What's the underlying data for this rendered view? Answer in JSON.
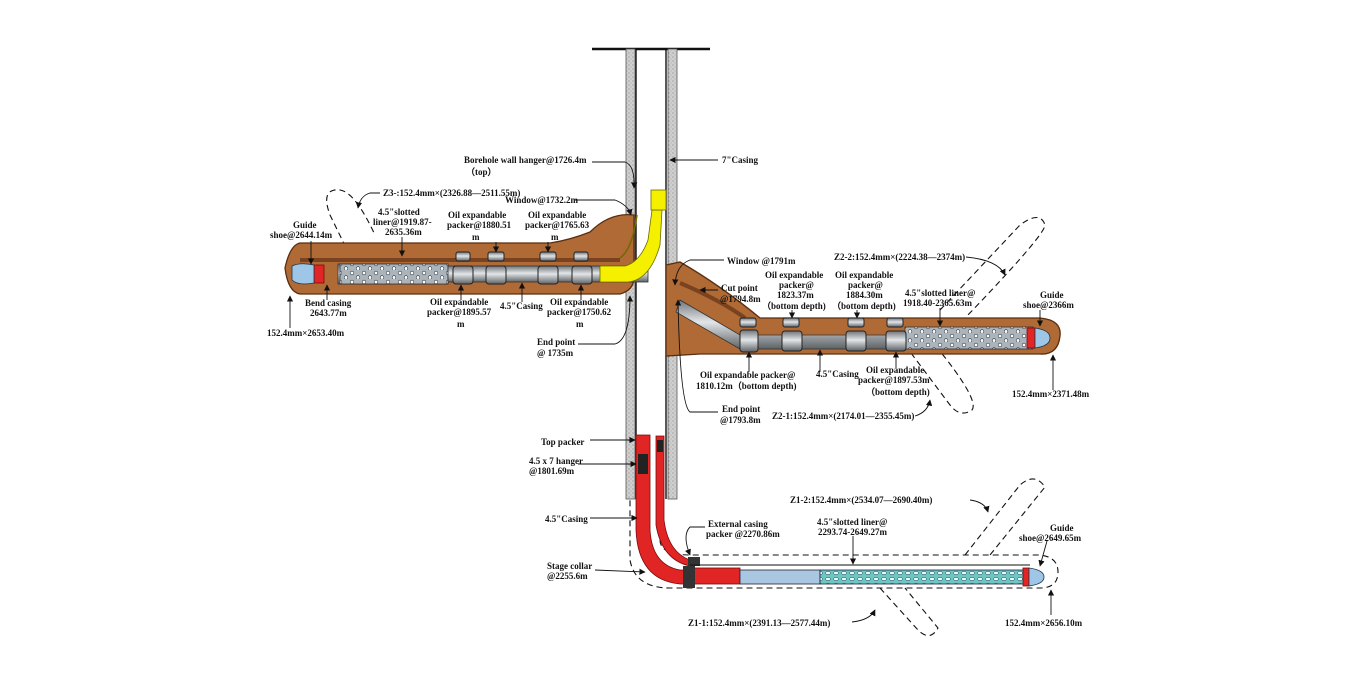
{
  "colors": {
    "formation": "#b06a35",
    "liner_yellow": "#f4f000",
    "casing_red": "#e12424",
    "slotted_liner_teal": "#6cc7c2",
    "steel_grey": "#a9aeb2",
    "cement_grey": "#c9c9c9"
  },
  "main_bore": {
    "casing_label": [
      "7\"Casing"
    ]
  },
  "z3": {
    "hanger": [
      "Borehole wall hanger@1726.4m",
      "（top）"
    ],
    "zone": [
      "Z3-:152.4mm×(2326.88—2511.55m)"
    ],
    "window": [
      "Window@1732.2m"
    ],
    "slotted_liner": [
      "4.5\"slotted",
      "liner@1919.87-",
      "2635.36m"
    ],
    "packer_top_1": [
      "Oil expandable",
      "packer@1880.51",
      "m"
    ],
    "packer_top_2": [
      "Oil expandable",
      "packer@1765.63",
      "m"
    ],
    "guide_shoe": [
      "Guide",
      "shoe@2644.14m"
    ],
    "bend_casing": [
      "Bend casing",
      "2643.77m"
    ],
    "hole_size": [
      "152.4mm×2653.40m"
    ],
    "packer_bot_1": [
      "Oil expandable",
      "packer@1895.57",
      "m"
    ],
    "casing": [
      "4.5\"Casing"
    ],
    "packer_bot_2": [
      "Oil expandable",
      "packer@1750.62",
      "m"
    ],
    "end_point": [
      "End point",
      "@ 1735m"
    ]
  },
  "z2": {
    "window": [
      "Window @1791m"
    ],
    "cut_point": [
      "Cut point",
      "@1794.8m"
    ],
    "packer_top_1": [
      "Oil expandable",
      "packer@",
      "1823.37m",
      "（bottom depth)"
    ],
    "packer_top_2": [
      "Oil expandable",
      "packer@",
      "1884.30m",
      "（bottom depth)"
    ],
    "zone_2": [
      "Z2-2:152.4mm×(2224.38—2374m)"
    ],
    "slotted_liner": [
      "4.5\"slotted liner@",
      "1918.40-2365.63m"
    ],
    "guide_shoe": [
      "Guide",
      "shoe@2366m"
    ],
    "packer_bot_1": [
      "Oil expandable packer@",
      "1810.12m（bottom depth)"
    ],
    "casing": [
      "4.5\"Casing"
    ],
    "packer_bot_2": [
      "Oil expandable",
      "packer@1897.53m",
      "（bottom depth)"
    ],
    "hole_size": [
      "152.4mm×2371.48m"
    ],
    "end_point": [
      "End point",
      "@1793.8m"
    ],
    "zone_1": [
      "Z2-1:152.4mm×(2174.01—2355.45m)"
    ]
  },
  "z1": {
    "top_packer": [
      "Top packer"
    ],
    "hanger": [
      "4.5 x 7  hanger",
      "@1801.69m"
    ],
    "casing": [
      "4.5\"Casing"
    ],
    "ecp": [
      "External casing",
      "packer @2270.86m"
    ],
    "stage_collar": [
      "Stage collar",
      "@2255.6m"
    ],
    "zone_2": [
      "Z1-2:152.4mm×(2534.07—2690.40m)"
    ],
    "slotted_liner": [
      "4.5\"slotted liner@",
      "2293.74-2649.27m"
    ],
    "guide_shoe": [
      "Guide",
      "shoe@2649.65m"
    ],
    "zone_1": [
      "Z1-1:152.4mm×(2391.13—2577.44m)"
    ],
    "hole_size": [
      "152.4mm×2656.10m"
    ]
  }
}
